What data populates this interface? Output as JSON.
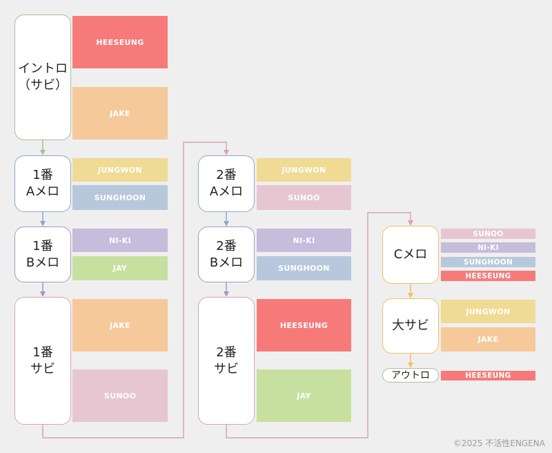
{
  "colors": {
    "HEESEUNG": "#f77a7a",
    "JAKE": "#f5c99a",
    "JUNGWON": "#efdb93",
    "SUNGHOON": "#b8c8dc",
    "NI-KI": "#c6bcdc",
    "JAY": "#c7e09f",
    "SUNOO": "#e6c6d1",
    "intro_border": "#a8bf97",
    "a_border": "#8ca8cc",
    "b_border": "#a796c4",
    "sabi_border": "#d6a3b6",
    "c_border": "#f2c15e",
    "outro_border": "#a8bf97"
  },
  "sections": [
    {
      "label": "イントロ\n（サビ）",
      "border": "intro_border"
    },
    {
      "label": "1番\nAメロ",
      "border": "a_border"
    },
    {
      "label": "1番\nBメロ",
      "border": "b_border"
    },
    {
      "label": "1番\nサビ",
      "border": "sabi_border"
    },
    {
      "label": "2番\nAメロ",
      "border": "a_border"
    },
    {
      "label": "2番\nBメロ",
      "border": "b_border"
    },
    {
      "label": "2番\nサビ",
      "border": "sabi_border"
    },
    {
      "label": "Cメロ",
      "border": "c_border"
    },
    {
      "label": "大サビ",
      "border": "c_border"
    },
    {
      "label": "アウトロ",
      "border": "outro_border"
    }
  ],
  "members": [
    "HEESEUNG",
    "JAKE",
    "JUNGWON",
    "SUNGHOON",
    "NI-KI",
    "JAY",
    "JAKE",
    "SUNOO",
    "JUNGWON",
    "SUNOO",
    "NI-KI",
    "SUNGHOON",
    "HEESEUNG",
    "JAY",
    "SUNOO",
    "NI-KI",
    "SUNGHOON",
    "HEESEUNG",
    "JUNGWON",
    "JAKE",
    "HEESEUNG"
  ],
  "copyright": "©2025 不活性ENGENA"
}
